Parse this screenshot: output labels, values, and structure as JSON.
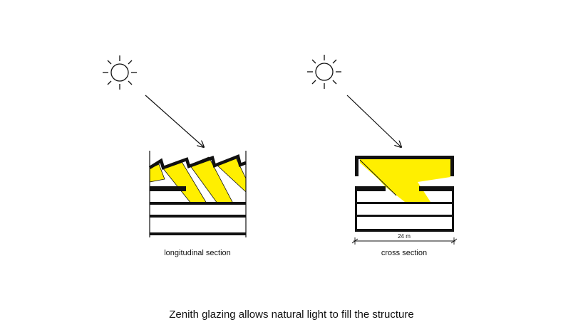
{
  "caption": "Zenith glazing allows natural light to fill the structure",
  "sections": {
    "longitudinal": {
      "label": "longitudinal section"
    },
    "cross": {
      "label": "cross section",
      "dimension": "24 m"
    }
  },
  "icons": {
    "sun": "sun-icon",
    "arrow": "light-ray-arrow"
  },
  "colors": {
    "light": "#ffef00",
    "structure": "#111111",
    "background": "#ffffff"
  }
}
